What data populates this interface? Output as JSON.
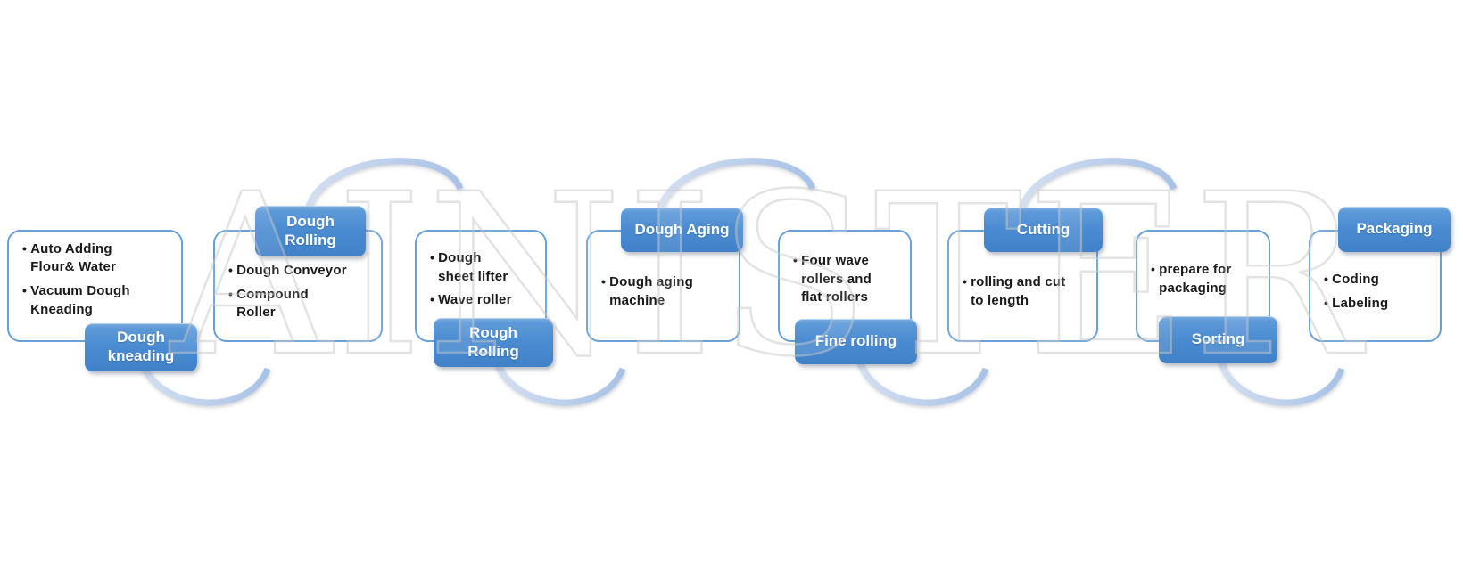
{
  "watermark": "AINISTER",
  "colors": {
    "label_gradient_top": "#7cadde",
    "label_gradient_bottom": "#4181c8",
    "box_border": "#68a1d8",
    "arrow_light": "#d3dff1",
    "arrow_dark": "#a8c2e7",
    "bullet_text": "#1a1a1a",
    "label_text": "#ffffff"
  },
  "stages": [
    {
      "label": "Dough\nkneading",
      "label_position": "bottom",
      "bullets": [
        "Auto Adding\nFlour& Water",
        "Vacuum Dough\nKneading"
      ]
    },
    {
      "label": "Dough\nRolling",
      "label_position": "top",
      "bullets": [
        "Dough Conveyor",
        "Compound\nRoller"
      ]
    },
    {
      "label": "Rough\nRolling",
      "label_position": "bottom",
      "bullets": [
        "Dough\nsheet lifter",
        "Wave roller"
      ]
    },
    {
      "label": "Dough Aging",
      "label_position": "top",
      "bullets": [
        "Dough aging\nmachine"
      ]
    },
    {
      "label": "Fine rolling",
      "label_position": "bottom",
      "bullets": [
        "Four wave\nrollers and\nflat rollers"
      ]
    },
    {
      "label": "Cutting",
      "label_position": "top",
      "bullets": [
        "rolling and cut\nto length"
      ]
    },
    {
      "label": "Sorting",
      "label_position": "bottom",
      "bullets": [
        "prepare for\npackaging"
      ]
    },
    {
      "label": "Packaging",
      "label_position": "top",
      "bullets": [
        "Coding",
        "Labeling"
      ]
    }
  ]
}
